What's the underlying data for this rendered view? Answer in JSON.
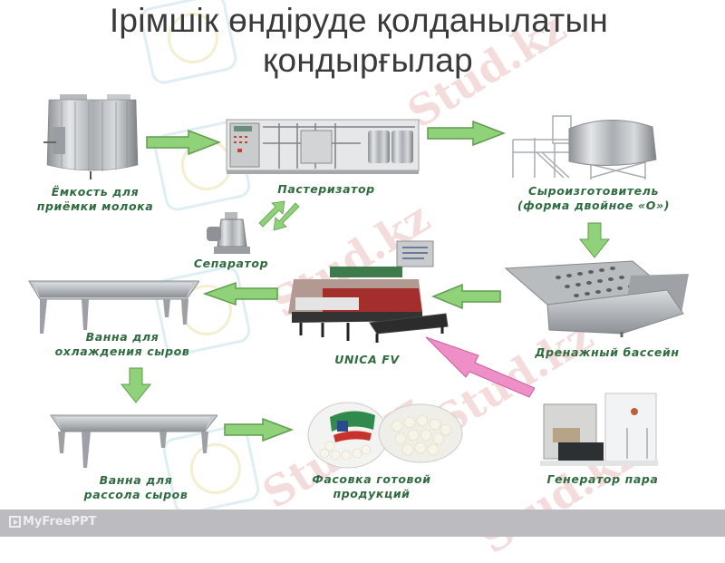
{
  "slide": {
    "title_line1": "Ірімшік өндіруде қолданылатын",
    "title_line2": "қондырғылар"
  },
  "equipment": [
    {
      "id": "milk-tank",
      "label_line1": "Ёмкость для",
      "label_line2": "приёмки молока"
    },
    {
      "id": "pasteurizer",
      "label_line1": "Пастеризатор",
      "label_line2": ""
    },
    {
      "id": "cheese-maker",
      "label_line1": "Сыроизготовитель",
      "label_line2": "(форма двойное «О»)"
    },
    {
      "id": "separator",
      "label_line1": "Сепаратор",
      "label_line2": ""
    },
    {
      "id": "cooling-bath",
      "label_line1": "Ванна для",
      "label_line2": "охлаждения сыров"
    },
    {
      "id": "unica",
      "label_line1": "UNICA FV",
      "label_line2": ""
    },
    {
      "id": "drainage-pool",
      "label_line1": "Дренажный бассейн",
      "label_line2": ""
    },
    {
      "id": "brine-bath",
      "label_line1": "Ванна для",
      "label_line2": "рассола сыров"
    },
    {
      "id": "packaging",
      "label_line1": "Фасовка готовой",
      "label_line2": "продукций"
    },
    {
      "id": "steam-generator",
      "label_line1": "Генератор пара",
      "label_line2": ""
    }
  ],
  "watermarks": [
    "Stud.kz",
    "Stud.kz",
    "Stud.kz",
    "Stud.kz",
    "Stud.kz"
  ],
  "footer": {
    "brand": "MyFreePPT"
  },
  "colors": {
    "arrow_green": "#8fd27a",
    "arrow_green_border": "#5f9c4e",
    "arrow_pink": "#ee8fc8",
    "label_green": "#2f6b3e",
    "footer_bg": "#bcbbc0"
  }
}
